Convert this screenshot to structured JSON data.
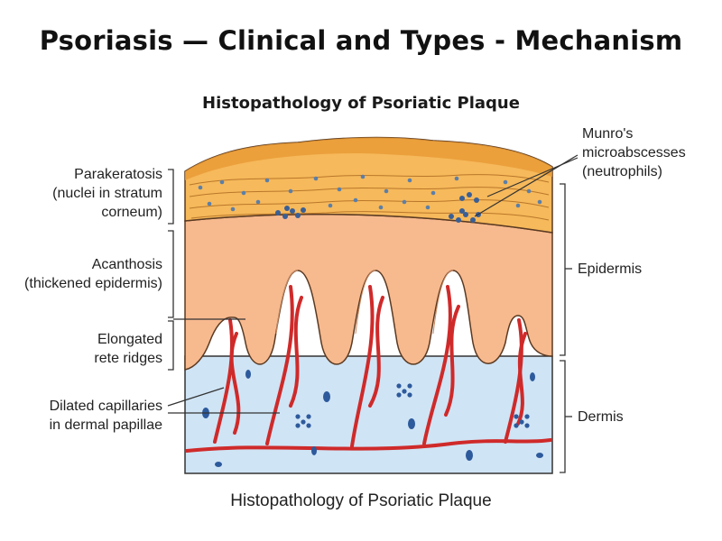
{
  "page": {
    "title": "Psoriasis — Clinical and Types - Mechanism",
    "subtitle": "Histopathology of Psoriatic Plaque",
    "caption": "Histopathology of Psoriatic Plaque"
  },
  "labels": {
    "parakeratosis": [
      "Parakeratosis",
      "(nuclei in stratum",
      "corneum)"
    ],
    "acanthosis": [
      "Acanthosis",
      "(thickened epidermis)"
    ],
    "rete_ridges": [
      "Elongated",
      "rete ridges"
    ],
    "capillaries": [
      "Dilated capillaries",
      "in dermal papillae"
    ],
    "munro": [
      "Munro's",
      "microabscesses",
      "(neutrophils)"
    ],
    "epidermis": "Epidermis",
    "dermis": "Dermis"
  },
  "colors": {
    "stratum_corneum": "#f6b95b",
    "corneum_dark": "#e99a35",
    "epidermis": "#f7b98e",
    "dermis": "#cfe4f5",
    "vessel": "#cf2a2a",
    "nucleus": "#5b7fa8",
    "outline": "#333333"
  }
}
